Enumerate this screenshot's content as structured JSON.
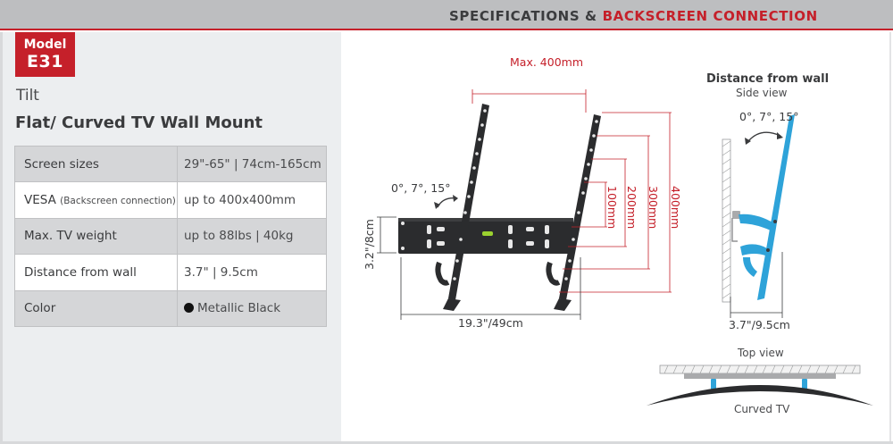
{
  "header": {
    "title_part1": "SPECIFICATIONS &",
    "title_part2": "BACKSCREEN CONNECTION",
    "accent_color": "#c5202a",
    "bar_color": "#bdbec0"
  },
  "product": {
    "model_label": "Model",
    "model_code": "E31",
    "type": "Tilt",
    "name": "Flat/ Curved TV Wall Mount"
  },
  "specs": [
    {
      "label": "Screen sizes",
      "label_note": "",
      "value": "29\"-65\" | 74cm-165cm"
    },
    {
      "label": "VESA",
      "label_note": "(Backscreen connection)",
      "value": "up to 400x400mm"
    },
    {
      "label": "Max. TV weight",
      "label_note": "",
      "value": "up to 88lbs | 40kg"
    },
    {
      "label": "Distance from wall",
      "label_note": "",
      "value": "3.7\" | 9.5cm"
    },
    {
      "label": "Color",
      "label_note": "",
      "value": "Metallic Black",
      "swatch": "#111111"
    }
  ],
  "front_diagram": {
    "max_width": "Max. 400mm",
    "tilt_angles": "0°, 7°, 15°",
    "height": "3.2\"/8cm",
    "width": "19.3\"/49cm",
    "vesa_heights": [
      "100mm",
      "200mm",
      "300mm",
      "400mm"
    ]
  },
  "side_view": {
    "heading": "Distance from wall",
    "subheading": "Side view",
    "tilt_angles": "0°, 7°, 15°",
    "distance": "3.7\"/9.5cm",
    "mount_color": "#2ea3d9"
  },
  "top_view": {
    "heading": "Top view",
    "tv_label": "Curved TV"
  }
}
